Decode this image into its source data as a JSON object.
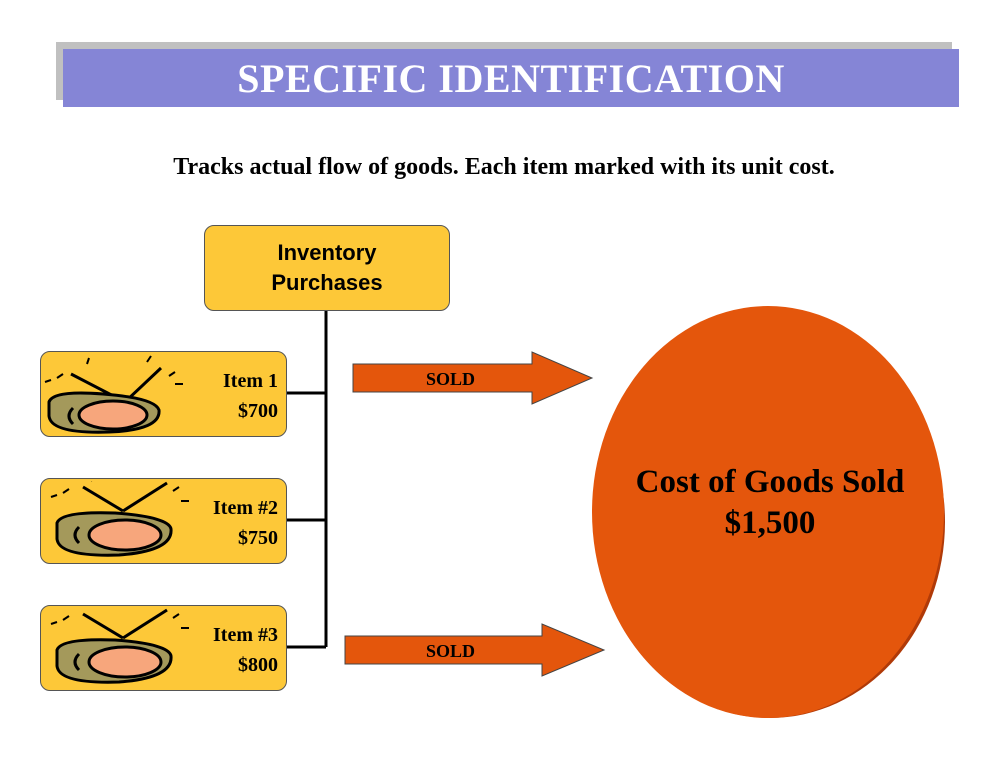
{
  "title": "SPECIFIC IDENTIFICATION",
  "subtitle": "Tracks actual flow of goods. Each item marked with its unit cost.",
  "inventory": {
    "line1": "Inventory",
    "line2": "Purchases"
  },
  "items": [
    {
      "name": "Item 1",
      "cost": "$700"
    },
    {
      "name": "Item #2",
      "cost": "$750"
    },
    {
      "name": "Item #3",
      "cost": "$800"
    }
  ],
  "arrows": [
    {
      "label": "SOLD"
    },
    {
      "label": "SOLD"
    }
  ],
  "cogs": {
    "line1": "Cost of Goods Sold",
    "line2": "$1,500"
  },
  "colors": {
    "title_bar": "#8585d6",
    "box_fill": "#fdc838",
    "arrow": "#e4560c",
    "cogs_fill": "#e4560c"
  },
  "icons": {
    "item": "tv-icon"
  }
}
